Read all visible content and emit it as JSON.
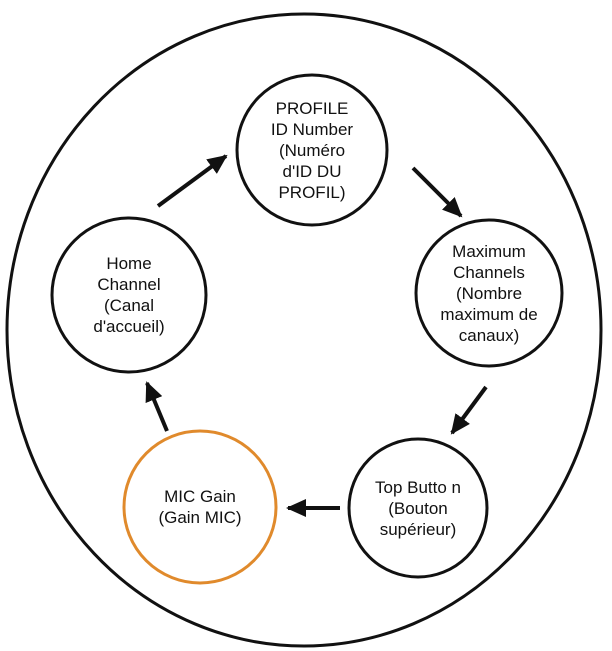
{
  "colors": {
    "stroke": "#111111",
    "highlight": "#e08a2c",
    "text": "#111111"
  },
  "nodes": [
    {
      "id": "profile",
      "lines": [
        "PROFILE",
        "ID Number",
        "(Numéro",
        "d'ID DU",
        "PROFIL)"
      ],
      "highlight": false
    },
    {
      "id": "max-channels",
      "lines": [
        "Maximum",
        "Channels",
        "(Nombre",
        "maximum de",
        "canaux)"
      ],
      "highlight": false
    },
    {
      "id": "top-button",
      "lines": [
        "Top Butto n",
        "(Bouton",
        "supérieur)"
      ],
      "highlight": false
    },
    {
      "id": "mic-gain",
      "lines": [
        "MIC Gain",
        "(Gain MIC)"
      ],
      "highlight": true
    },
    {
      "id": "home-channel",
      "lines": [
        "Home",
        "Channel",
        "(Canal",
        "d'accueil)"
      ],
      "highlight": false
    }
  ],
  "edges": [
    {
      "from": "profile",
      "to": "max-channels"
    },
    {
      "from": "max-channels",
      "to": "top-button"
    },
    {
      "from": "top-button",
      "to": "mic-gain"
    },
    {
      "from": "mic-gain",
      "to": "home-channel"
    },
    {
      "from": "home-channel",
      "to": "profile"
    }
  ]
}
